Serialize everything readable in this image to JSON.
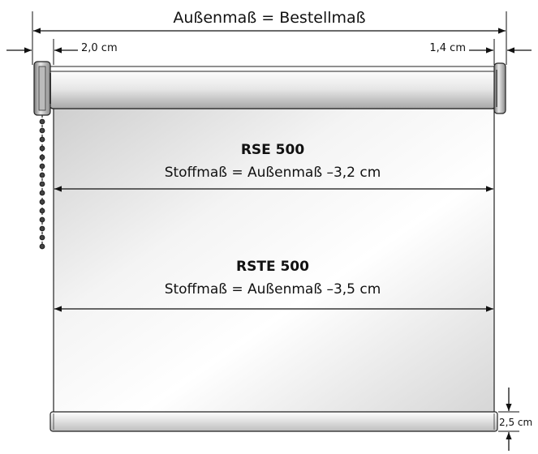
{
  "dimensions": {
    "outer_label": "Außenmaß = Bestellmaß",
    "left_offset": "2,0 cm",
    "right_offset": "1,4 cm",
    "bottom_bar": "2,5 cm"
  },
  "models": [
    {
      "name": "RSE 500",
      "formula": "Stoffmaß = Außenmaß –3,2 cm"
    },
    {
      "name": "RSTE 500",
      "formula": "Stoffmaß = Außenmaß –3,5 cm"
    }
  ],
  "colors": {
    "line": "#1a1a1a",
    "fabric_light": "#ffffff",
    "fabric_dark": "#d9d9d9"
  }
}
